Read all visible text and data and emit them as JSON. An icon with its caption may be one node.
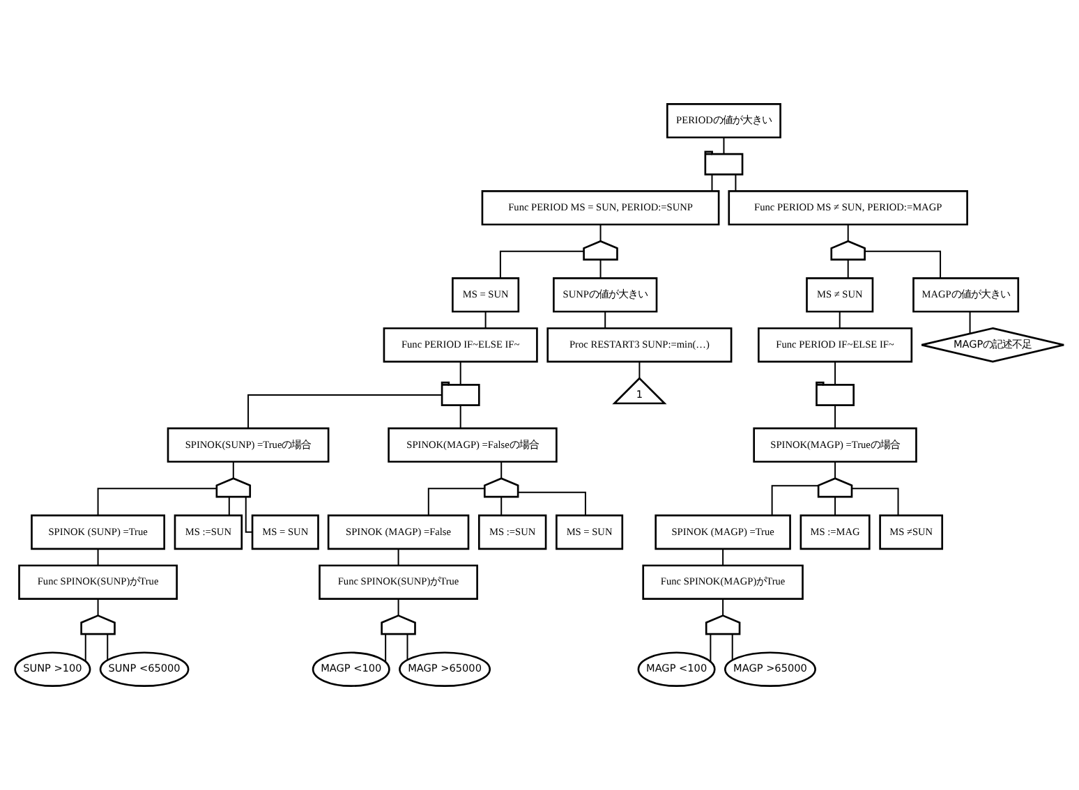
{
  "diagram": {
    "nodes": [
      {
        "text": [
          "PERIODの値が大きい"
        ]
      },
      {
        "text": [],
        "shape": "document"
      },
      {
        "text": [
          "Func PERIOD MS = SUN, PERIOD:=SUNP"
        ]
      },
      {
        "text": [
          "Func PERIOD MS ≠ SUN, PERIOD:=MAGP"
        ]
      },
      {
        "text": [],
        "shape": "dome"
      },
      {
        "text": [
          "MS = SUN"
        ]
      },
      {
        "text": [
          "SUNPの値が大きい"
        ]
      },
      {
        "text": [],
        "shape": "dome"
      },
      {
        "text": [
          "MS ≠ SUN"
        ]
      },
      {
        "text": [
          "MAGPの値が大きい"
        ]
      },
      {
        "text": [
          "Func PERIOD IF~ELSE IF~"
        ]
      },
      {
        "text": [
          "Proc RESTART3 SUNP:=min(…)"
        ]
      },
      {
        "text": [
          "Func PERIOD IF~ELSE IF~"
        ]
      },
      {
        "text": [
          "MAGPの記述不足"
        ]
      },
      {
        "text": [],
        "shape": "document"
      },
      {
        "text": [
          "1"
        ]
      },
      {
        "text": [],
        "shape": "document"
      },
      {
        "text": [
          "SPINOK(SUNP) =Trueの場合"
        ]
      },
      {
        "text": [
          "SPINOK(MAGP) =Falseの場合"
        ]
      },
      {
        "text": [
          "SPINOK(MAGP) =Trueの場合"
        ]
      },
      {
        "text": [],
        "shape": "dome"
      },
      {
        "text": [],
        "shape": "dome"
      },
      {
        "text": [],
        "shape": "dome"
      },
      {
        "text": [
          "SPINOK (SUNP) =True"
        ]
      },
      {
        "text": [
          "MS :=SUN"
        ]
      },
      {
        "text": [
          "MS = SUN"
        ]
      },
      {
        "text": [
          "SPINOK (MAGP) =False"
        ]
      },
      {
        "text": [
          "MS :=SUN"
        ]
      },
      {
        "text": [
          "MS = SUN"
        ]
      },
      {
        "text": [
          "SPINOK (MAGP) =True"
        ]
      },
      {
        "text": [
          "MS :=MAG"
        ]
      },
      {
        "text": [
          "MS ≠SUN"
        ]
      },
      {
        "text": [
          "Func SPINOK(SUNP)がTrue"
        ]
      },
      {
        "text": [
          "Func SPINOK(SUNP)がTrue"
        ]
      },
      {
        "text": [
          "Func SPINOK(MAGP)がTrue"
        ]
      },
      {
        "text": [],
        "shape": "dome"
      },
      {
        "text": [],
        "shape": "dome"
      },
      {
        "text": [],
        "shape": "dome"
      },
      {
        "text": [
          "SUNP >100"
        ]
      },
      {
        "text": [
          "SUNP <65000"
        ]
      },
      {
        "text": [
          "MAGP <100"
        ]
      },
      {
        "text": [
          "MAGP >65000"
        ]
      },
      {
        "text": [
          "MAGP <100"
        ]
      },
      {
        "text": [
          "MAGP >65000"
        ]
      }
    ],
    "edges": [
      {
        "from": 0,
        "to": 1,
        "arrow": "none"
      },
      {
        "from": 1,
        "to": 2,
        "arrow": "none"
      },
      {
        "from": 1,
        "to": 3,
        "arrow": "none"
      },
      {
        "from": 2,
        "to": 4,
        "arrow": "none"
      },
      {
        "from": 4,
        "to": 5,
        "arrow": "none"
      },
      {
        "from": 4,
        "to": 6,
        "arrow": "none"
      },
      {
        "from": 3,
        "to": 7,
        "arrow": "none"
      },
      {
        "from": 7,
        "to": 8,
        "arrow": "none"
      },
      {
        "from": 7,
        "to": 9,
        "arrow": "none"
      },
      {
        "from": 5,
        "to": 10,
        "arrow": "none"
      },
      {
        "from": 6,
        "to": 11,
        "arrow": "none"
      },
      {
        "from": 8,
        "to": 12,
        "arrow": "none"
      },
      {
        "from": 9,
        "to": 13,
        "arrow": "none"
      },
      {
        "from": 10,
        "to": 14,
        "arrow": "none"
      },
      {
        "from": 11,
        "to": 15,
        "arrow": "none"
      },
      {
        "from": 12,
        "to": 16,
        "arrow": "none"
      },
      {
        "from": 14,
        "to": 17,
        "arrow": "none"
      },
      {
        "from": 14,
        "to": 18,
        "arrow": "none"
      },
      {
        "from": 16,
        "to": 19,
        "arrow": "none"
      },
      {
        "from": 17,
        "to": 20,
        "arrow": "none"
      },
      {
        "from": 18,
        "to": 21,
        "arrow": "none"
      },
      {
        "from": 19,
        "to": 22,
        "arrow": "none"
      },
      {
        "from": 20,
        "to": 23,
        "arrow": "none"
      },
      {
        "from": 20,
        "to": 24,
        "arrow": "none"
      },
      {
        "from": 20,
        "to": 25,
        "arrow": "none"
      },
      {
        "from": 21,
        "to": 26,
        "arrow": "none"
      },
      {
        "from": 21,
        "to": 27,
        "arrow": "none"
      },
      {
        "from": 21,
        "to": 28,
        "arrow": "none"
      },
      {
        "from": 22,
        "to": 29,
        "arrow": "none"
      },
      {
        "from": 22,
        "to": 30,
        "arrow": "none"
      },
      {
        "from": 22,
        "to": 31,
        "arrow": "none"
      },
      {
        "from": 23,
        "to": 32,
        "arrow": "none"
      },
      {
        "from": 26,
        "to": 33,
        "arrow": "none"
      },
      {
        "from": 29,
        "to": 34,
        "arrow": "none"
      },
      {
        "from": 32,
        "to": 35,
        "arrow": "none"
      },
      {
        "from": 33,
        "to": 36,
        "arrow": "none"
      },
      {
        "from": 34,
        "to": 37,
        "arrow": "none"
      },
      {
        "from": 35,
        "to": 38,
        "arrow": "none"
      },
      {
        "from": 35,
        "to": 39,
        "arrow": "none"
      },
      {
        "from": 36,
        "to": 40,
        "arrow": "none"
      },
      {
        "from": 36,
        "to": 41,
        "arrow": "none"
      },
      {
        "from": 37,
        "to": 42,
        "arrow": "none"
      },
      {
        "from": 37,
        "to": 43,
        "arrow": "none"
      }
    ]
  }
}
